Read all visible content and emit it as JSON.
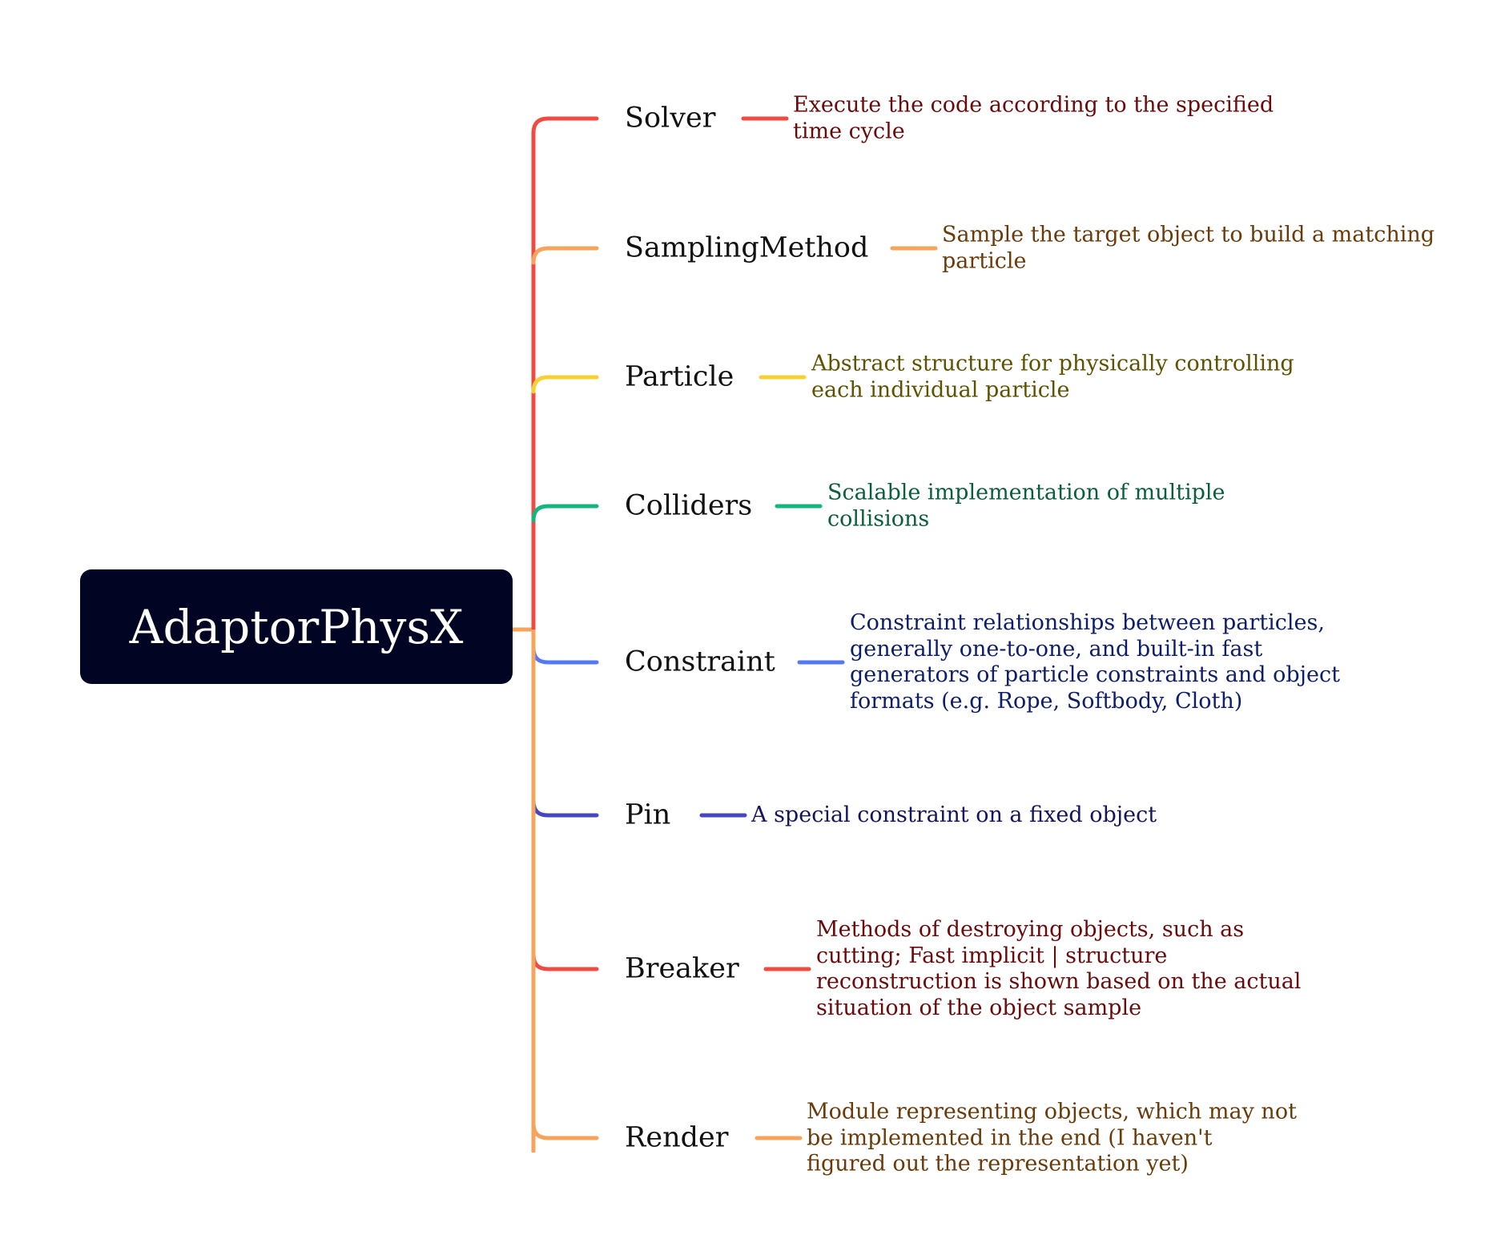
{
  "root": {
    "label": "AdaptorPhysX"
  },
  "branches": [
    {
      "label": "Solver",
      "color": "#ef4b42",
      "text_color": "#6b0a0a",
      "description": "Execute the code according to the specified\ntime cycle"
    },
    {
      "label": "SamplingMethod",
      "color": "#f6a35b",
      "text_color": "#6a3a08",
      "description": "Sample the target object to build a matching\nparticle"
    },
    {
      "label": "Particle",
      "color": "#f5d233",
      "text_color": "#5e5200",
      "description": "Abstract structure for physically controlling\neach individual particle"
    },
    {
      "label": "Colliders",
      "color": "#15b57e",
      "text_color": "#0a5e3c",
      "description": "Scalable implementation of multiple\ncollisions"
    },
    {
      "label": "Constraint",
      "color": "#5479f0",
      "text_color": "#0c1e6b",
      "description": "Constraint relationships between particles,\ngenerally one-to-one, and built-in fast\ngenerators of particle constraints and object\nformats (e.g. Rope, Softbody, Cloth)"
    },
    {
      "label": "Pin",
      "color": "#4646c0",
      "text_color": "#14145e",
      "description": "A special constraint on a fixed object"
    },
    {
      "label": "Breaker",
      "color": "#ef4b42",
      "text_color": "#6b0a0a",
      "description": "Methods of destroying objects, such as\ncutting; Fast implicit | structure\nreconstruction is shown based on the actual\nsituation of the object sample"
    },
    {
      "label": "Render",
      "color": "#f6a35b",
      "text_color": "#6a3a08",
      "description": "Module representing objects, which may not\nbe implemented in the end (I haven't\nfigured out the representation yet)"
    }
  ]
}
